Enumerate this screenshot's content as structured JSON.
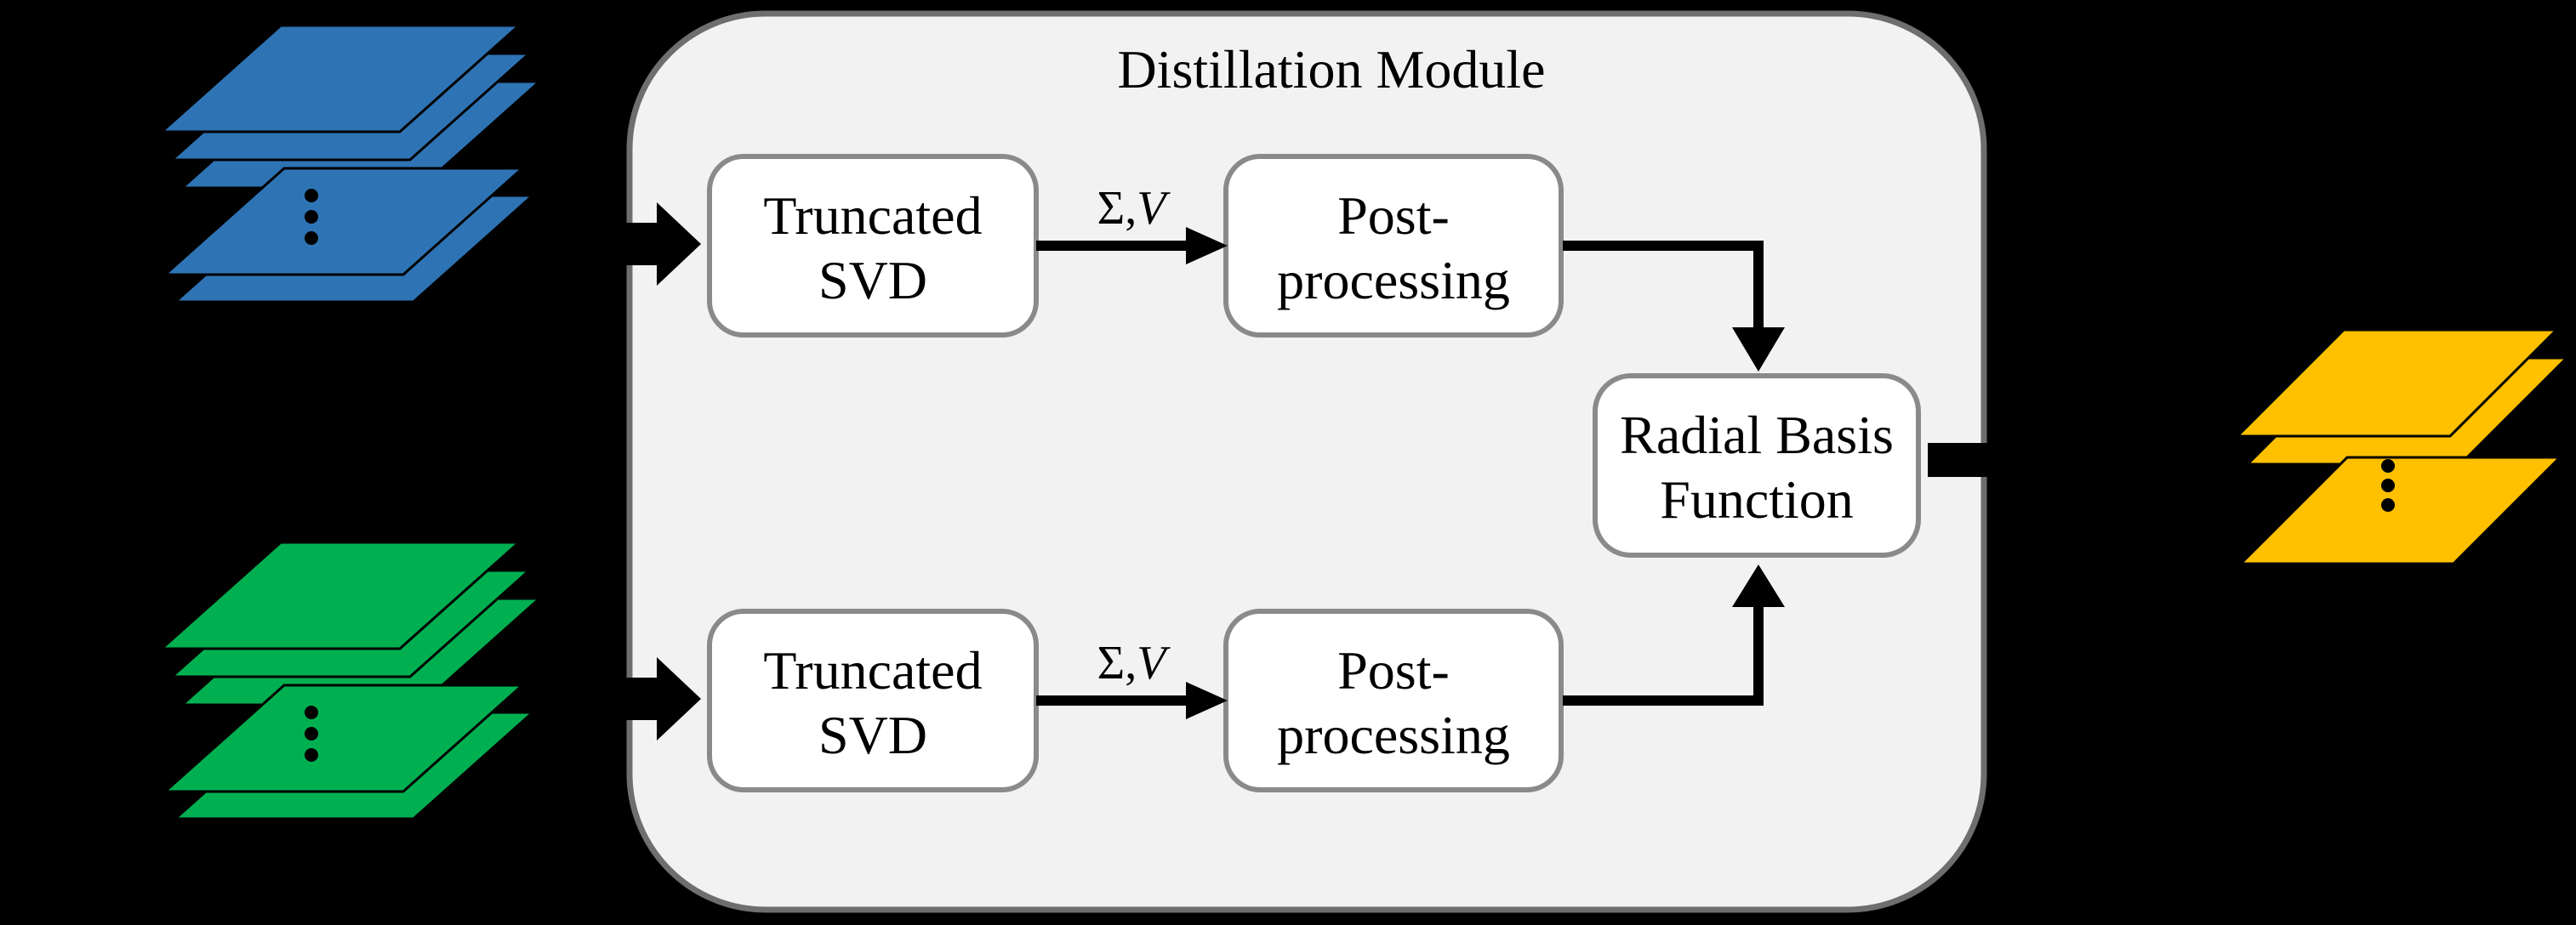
{
  "figure": {
    "background": "#000000",
    "module": {
      "title": "Distillation Module",
      "fill": "#F2F2F2",
      "border_color": "#6E6E6E"
    },
    "boxes": {
      "truncated_svd_top": {
        "line1": "Truncated",
        "line2": "SVD"
      },
      "post_processing_top": {
        "line1": "Post-",
        "line2": "processing"
      },
      "radial_basis_function": {
        "line1": "Radial Basis",
        "line2": "Function"
      },
      "truncated_svd_bottom": {
        "line1": "Truncated",
        "line2": "SVD"
      },
      "post_processing_bottom": {
        "line1": "Post-",
        "line2": "processing"
      }
    },
    "arrow_labels": {
      "top": {
        "sigma": "Σ,",
        "v": "V"
      },
      "bottom": {
        "sigma": "Σ,",
        "v": "V"
      }
    },
    "stacks": {
      "input_top": {
        "color": "#2E74B5"
      },
      "input_bottom": {
        "color": "#00B050"
      },
      "output": {
        "color": "#FFC000"
      }
    },
    "arrow_color": "#000000"
  }
}
